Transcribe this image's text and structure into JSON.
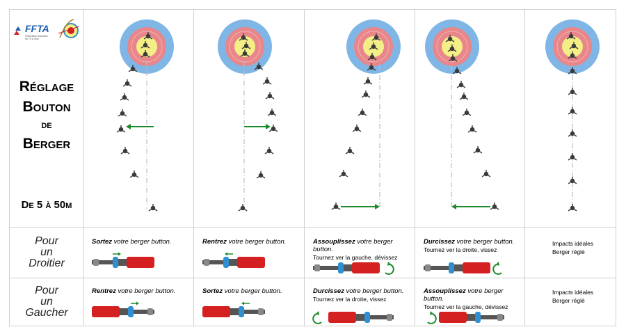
{
  "logo": {
    "brand": "FFTA",
    "subtitle": "Fédération française de Tir à l'Arc"
  },
  "title": {
    "line1": "Réglage",
    "line2": "Bouton",
    "line3": "de",
    "line4": "Berger"
  },
  "range": "De 5 à 50m",
  "rows": {
    "droitier": {
      "l1": "Pour",
      "l2": "un",
      "l3": "Droitier"
    },
    "gaucher": {
      "l1": "Pour",
      "l2": "un",
      "l3": "Gaucher"
    }
  },
  "instructions": {
    "droitier": [
      {
        "verb": "Sortez",
        "rest": " votre berger button.",
        "sub": ""
      },
      {
        "verb": "Rentrez",
        "rest": " votre berger button.",
        "sub": ""
      },
      {
        "verb": "Assouplissez",
        "rest": " votre berger button.",
        "sub": "Tournez ver la gauche, dévissez"
      },
      {
        "verb": "Durcissez",
        "rest": " votre berger button.",
        "sub": "Tournez ver la droite, vissez"
      }
    ],
    "gaucher": [
      {
        "verb": "Rentrez",
        "rest": " votre berger button.",
        "sub": ""
      },
      {
        "verb": "Sortez",
        "rest": " votre berger button.",
        "sub": ""
      },
      {
        "verb": "Durcissez",
        "rest": " votre berger button.",
        "sub": "Tournez ver la droite, vissez"
      },
      {
        "verb": "Assouplissez",
        "rest": " votre berger button.",
        "sub": "Tournez ver la gauche, dévissez"
      }
    ]
  },
  "ideal": {
    "l1": "Impacts idéales",
    "l2": "Berger réglé"
  },
  "colors": {
    "arrow": "#1b8a2a",
    "button_red": "#d42020",
    "button_blue": "#2f8fd0",
    "target_blue": "#7fb6e6",
    "target_red": "#e8868a",
    "target_yellow": "#f3ef86"
  }
}
